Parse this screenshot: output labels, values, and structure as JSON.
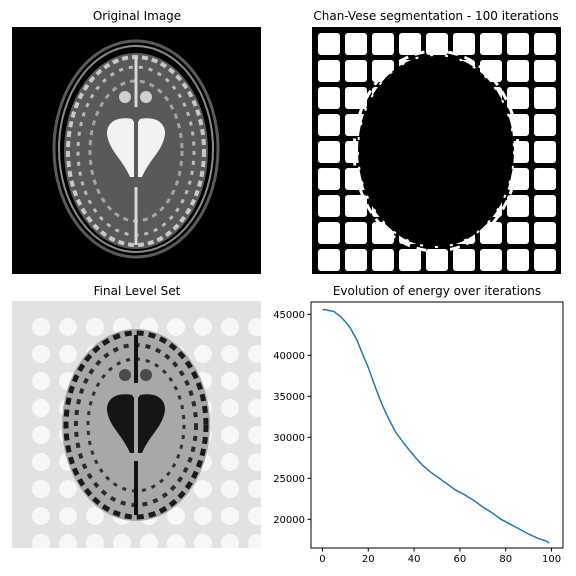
{
  "panels": {
    "original": {
      "title": "Original Image"
    },
    "segmentation": {
      "title": "Chan-Vese segmentation - 100 iterations"
    },
    "level_set": {
      "title": "Final Level Set"
    },
    "energy": {
      "title": "Evolution of energy over iterations"
    }
  },
  "colors": {
    "line": "#1f77b4",
    "level_set_bg": "#e2e2e2"
  },
  "chart_data": {
    "type": "line",
    "title": "Evolution of energy over iterations",
    "xlabel": "",
    "ylabel": "",
    "xlim": [
      -5,
      105
    ],
    "ylim": [
      16500,
      46500
    ],
    "xticks": [
      0,
      20,
      40,
      60,
      80,
      100
    ],
    "yticks": [
      20000,
      25000,
      30000,
      35000,
      40000,
      45000
    ],
    "grid": false,
    "series": [
      {
        "x": [
          0,
          1,
          3,
          5,
          8,
          10,
          12,
          15,
          17,
          20,
          23,
          26,
          29,
          32,
          35,
          38,
          41,
          44,
          47,
          50,
          54,
          58,
          62,
          66,
          70,
          74,
          78,
          82,
          86,
          90,
          94,
          98,
          99
        ],
        "values": [
          45500,
          45600,
          45450,
          45350,
          44700,
          44100,
          43400,
          41900,
          40500,
          38500,
          36200,
          34000,
          32200,
          30600,
          29500,
          28400,
          27400,
          26500,
          25800,
          25200,
          24400,
          23600,
          23000,
          22300,
          21500,
          20800,
          20000,
          19400,
          18800,
          18200,
          17700,
          17300,
          17100
        ]
      }
    ]
  }
}
